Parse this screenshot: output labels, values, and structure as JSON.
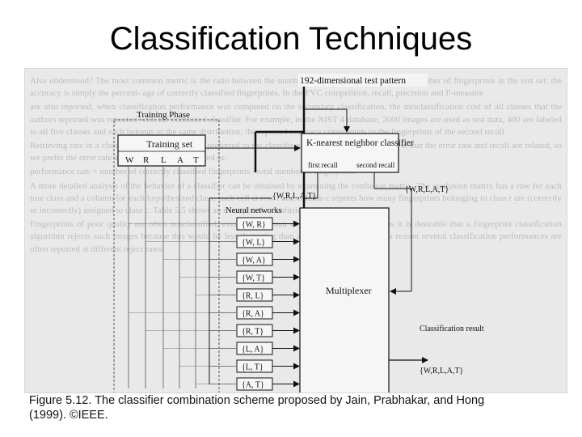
{
  "slide": {
    "title": "Classification Techniques",
    "caption_line1": "Figure 5.12. The classifier combination scheme proposed by Jain, Prabhakar, and Hong",
    "caption_line2": "(1999). ©IEEE."
  },
  "diagram": {
    "test_pattern": "192-dimensional test pattern",
    "training_phase": "Training Phase",
    "training_set": "Training set",
    "training_labels": [
      "W",
      "R",
      "L",
      "A",
      "T"
    ],
    "knn_title": "K-nearest neighbor classifier",
    "knn_first": "first recall",
    "knn_second": "second recall",
    "set_left": "{W,R,L,A,T}",
    "set_right": "{W,R,L,A,T}",
    "nn_title": "Neural networks",
    "nn_pairs": [
      "{W, R}",
      "{W, L}",
      "{W, A}",
      "{W, T}",
      "{R, L}",
      "{R, A}",
      "{R, T}",
      "{L, A}",
      "{L, T}",
      "{A, T}"
    ],
    "multiplexer": "Multiplexer",
    "classification_result": "Classification result",
    "result_set": "{W,R,L,A,T}"
  },
  "background_text": [
    "Also understood? The most common metric is the ratio between the number of errors (false) and the total number of fingerprints in the test set; the accuracy is simply the percent- age of correctly classified fingerprints. In the FVC competition, recall, precision and F-measure",
    "are also reported; when classification performance was computed on the secondary classification, the misclassification cost of all classes that the authors reported was repeated with the combined classifier. For example, in the NIST 4 database, 2000 images are used as test data, 400 are labeled to all five classes and each belongs to the same distribution; the reported accuracy corresponds to the fingerprints of the second recall",
    "Retrieving rate in a classification system is often preferred to the classifiers. The advantage of this rate is that the error rate and recall are related, so we prefer the error rate and can be simply estimated as:",
    "performance rate = number of correctly classified fingerprints / total number of fingerprints",
    "A more detailed analysis of the behavior of a classifier can be obtained by examining the confusion matrix. The confusion matrix has a row for each true class and a column for each hypothesized class; each cell at row r and column c reports how many fingerprints belonging to class r are (correctly or incorrectly) assigned to class c. Table 5.5 shows an example of a confusion matrix.",
    "Fingerprints of poor quality are often misclassified, even for a human expert. In many applications it is desirable that a fingerprint classification algorithm rejects such images because this would be less damaging than a wrong decision. For this reason several classification performances are often reported at different reject rates."
  ]
}
